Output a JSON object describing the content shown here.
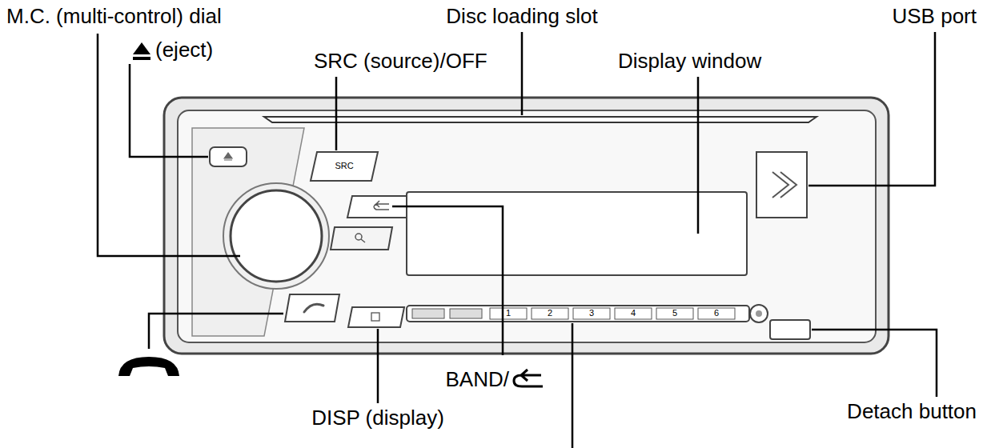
{
  "diagram": {
    "labels": [
      "M.C. (multi-control) dial",
      "(eject)",
      "Disc loading slot",
      "USB port",
      "SRC (source)/OFF",
      "Display window",
      "BAND/",
      "Detach button",
      "DISP (display)",
      "SRC",
      "1",
      "2",
      "3",
      "4",
      "5",
      "6"
    ]
  }
}
